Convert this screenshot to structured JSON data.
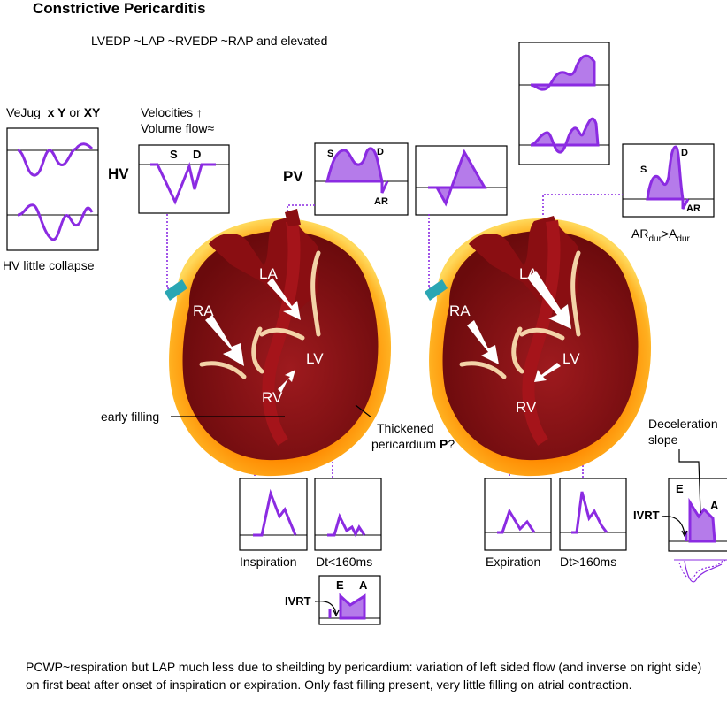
{
  "title": "Constrictive Pericarditis",
  "subtitle": "LVEDP ~LAP ~RVEDP ~RAP and elevated",
  "vejug": {
    "prefix": "VeJug",
    "x_y": "x Y",
    "or": "or",
    "xy": "XY",
    "note": "HV little collapse"
  },
  "hv": {
    "label": "HV",
    "velocities": "Velocities ↑",
    "volume_flow": "Volume flow≈",
    "s": "S",
    "d": "D"
  },
  "pv_left": {
    "label": "PV",
    "s": "S",
    "d": "D",
    "ar": "AR"
  },
  "pv_right": {
    "s": "S",
    "d": "D",
    "ar": "AR",
    "note_ar": "AR",
    "note_ar_sub": "dur",
    "note_gt": ">A",
    "note_a_sub": "dur"
  },
  "heart_left": {
    "la": "LA",
    "ra": "RA",
    "lv": "LV",
    "rv": "RV",
    "early_filling": "early filling"
  },
  "heart_right": {
    "la": "LA",
    "ra": "RA",
    "lv": "LV",
    "rv": "RV"
  },
  "pericardium": {
    "line1": "Thickened",
    "line2": "pericardium",
    "p": "P",
    "q": "?"
  },
  "doppler_labels": {
    "inspiration": "Inspiration",
    "dt_short": "Dt<160ms",
    "expiration": "Expiration",
    "dt_long": "Dt>160ms"
  },
  "ivrt_left": {
    "ivrt": "IVRT",
    "e": "E",
    "a": "A"
  },
  "ivrt_right": {
    "decel1": "Deceleration",
    "decel2": "slope",
    "ivrt": "IVRT",
    "e": "E",
    "a": "A"
  },
  "footer": "PCWP~respiration but LAP much less due to sheilding by pericardium: variation of left sided flow (and inverse on right side) on first beat after onset of inspiration or expiration. Only fast filling present, very little filling on atrial contraction.",
  "colors": {
    "purple": "#8B2BE2",
    "fill_purple": "#B57BEA",
    "heart_dark": "#7A0A0A",
    "heart_mid": "#A5141A",
    "pericardium_orange": "#F5A623",
    "pericardium_yellow": "#FFD24A",
    "vessel_teal": "#2AA6B3",
    "valve_cream": "#F3D3A8"
  }
}
